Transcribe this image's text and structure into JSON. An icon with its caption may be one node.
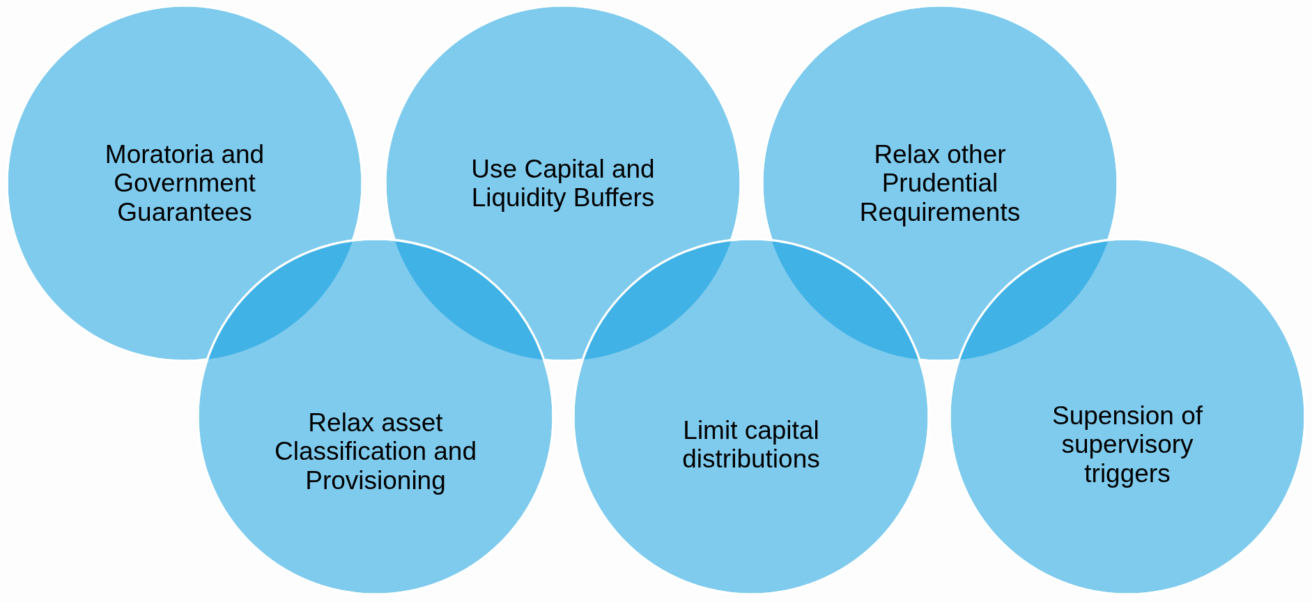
{
  "diagram": {
    "nodes": [
      {
        "text": [
          "Moratoria and Government Guarantees"
        ]
      },
      {
        "text": [
          "Use Capital and Liquidity Buffers"
        ]
      },
      {
        "text": [
          "Relax other Prudential Requirements"
        ]
      },
      {
        "text": [
          "Relax asset Classification and Provisioning"
        ]
      },
      {
        "text": [
          "Limit capital distributions"
        ]
      },
      {
        "text": [
          "Supension of supervisory triggers"
        ]
      }
    ]
  }
}
